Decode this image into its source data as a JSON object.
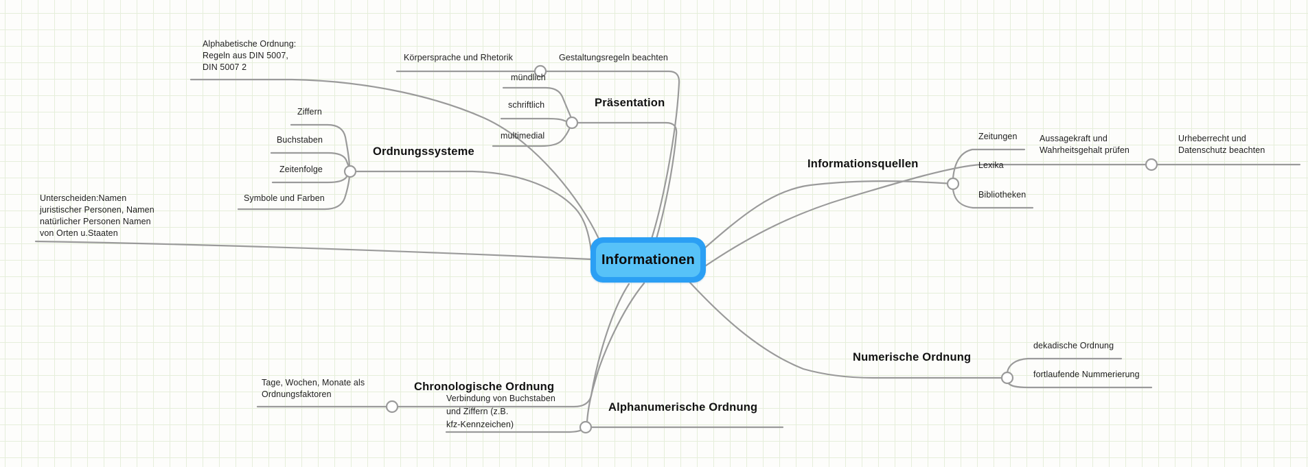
{
  "theme": {
    "accent_outer": "#2b9ff4",
    "accent_inner": "#57c2f8",
    "line_color": "#9a9a9a",
    "text_color": "#1d1d1d",
    "grid_color": "#e5eeda",
    "bg_color": "#fdfdfb"
  },
  "mindmap": {
    "root": {
      "label": "Informationen"
    },
    "branches": {
      "praesentation": {
        "label": "Präsentation",
        "children": {
          "muendlich": {
            "label": "mündlich",
            "children": {
              "koerpersprache": {
                "label": "Körpersprache und Rhetorik"
              },
              "gestaltungsregeln": {
                "label": "Gestaltungsregeln beachten"
              }
            }
          },
          "schriftlich": {
            "label": "schriftlich"
          },
          "multimedial": {
            "label": "multimedial"
          }
        }
      },
      "ordnungssysteme": {
        "label": "Ordnungssysteme",
        "children": {
          "ziffern": {
            "label": "Ziffern"
          },
          "buchstaben": {
            "label": "Buchstaben"
          },
          "zeitenfolge": {
            "label": "Zeitenfolge"
          },
          "symbole": {
            "label": "Symbole und Farben"
          }
        }
      },
      "alphabetische": {
        "label": "Alphabetische Ordnung:\nRegeln aus DIN 5007,\nDIN 5007 2"
      },
      "unterscheiden": {
        "label": "Unterscheiden:Namen\njuristischer Personen, Namen\nnatürlicher Personen Namen\nvon Orten u.Staaten"
      },
      "informationsquellen": {
        "label": "Informationsquellen",
        "children": {
          "zeitungen": {
            "label": "Zeitungen"
          },
          "lexika": {
            "label": "Lexika",
            "children": {
              "aussagekraft": {
                "label": "Aussagekraft und\nWahrheitsgehalt prüfen"
              },
              "urheberrecht": {
                "label": "Urheberrecht und\nDatenschutz beachten"
              }
            }
          },
          "bibliotheken": {
            "label": "Bibliotheken"
          }
        }
      },
      "numerische": {
        "label": "Numerische Ordnung",
        "children": {
          "dekadische": {
            "label": "dekadische Ordnung"
          },
          "fortlaufende": {
            "label": "fortlaufende Nummerierung"
          }
        }
      },
      "chronologische": {
        "label": "Chronologische Ordnung",
        "children": {
          "tage": {
            "label": "Tage, Wochen, Monate als\nOrdnungsfaktoren"
          }
        }
      },
      "alphanumerische": {
        "label": "Alphanumerische Ordnung",
        "children": {
          "verbindung": {
            "label": "Verbindung von Buchstaben\nund Ziffern (z.B.\nkfz-Kennzeichen)"
          }
        }
      }
    }
  }
}
